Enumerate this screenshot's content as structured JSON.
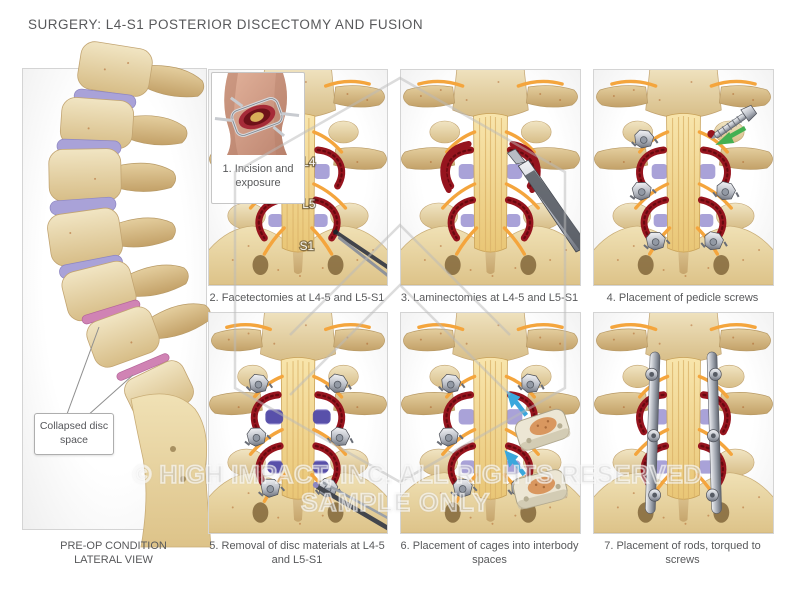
{
  "page": {
    "title": "SURGERY: L4-S1 POSTERIOR DISCECTOMY AND FUSION"
  },
  "left_panel": {
    "annotation": "Collapsed disc space",
    "caption_line1": "PRE-OP CONDITION",
    "caption_line2": "LATERAL VIEW"
  },
  "steps": {
    "step1_label": "1. Incision and exposure",
    "captions": [
      "2. Facetectomies at L4-5 and L5-S1",
      "3. Laminectomies at L4-5 and L5-S1",
      "4. Placement of pedicle screws",
      "5. Removal of disc materials at L4-5 and L5-S1",
      "6. Placement of cages into interbody spaces",
      "7. Placement of rods, torqued to screws"
    ]
  },
  "vertebra_labels": {
    "l4": "L4",
    "l5": "L5",
    "s1": "S1"
  },
  "watermark": {
    "line1": "© HIGH IMPACT, INC. ALL RIGHTS RESERVED",
    "line2": "SAMPLE ONLY"
  },
  "colors": {
    "text_gray": "#58595b",
    "bone": "#e3cd9c",
    "sacrum": "#e9dcb0",
    "thecal_sac": "#f2d68f",
    "nerve_orange": "#f4a53d",
    "facet_cut_red": "#96141e",
    "healthy_disc_purple": "#a9a2d8",
    "collapsed_disc_pink": "#d083b4",
    "deep_disc_blue": "#5048a6",
    "hardware_silver": "#b9bdc5",
    "cage_body": "#ece6d4",
    "cage_core": "#d9975f",
    "insertion_arrow_green": "#44b052",
    "cage_arrow_blue": "#3aa7dc",
    "incision_red": "#a62b38",
    "skin": "#d8a68f"
  }
}
